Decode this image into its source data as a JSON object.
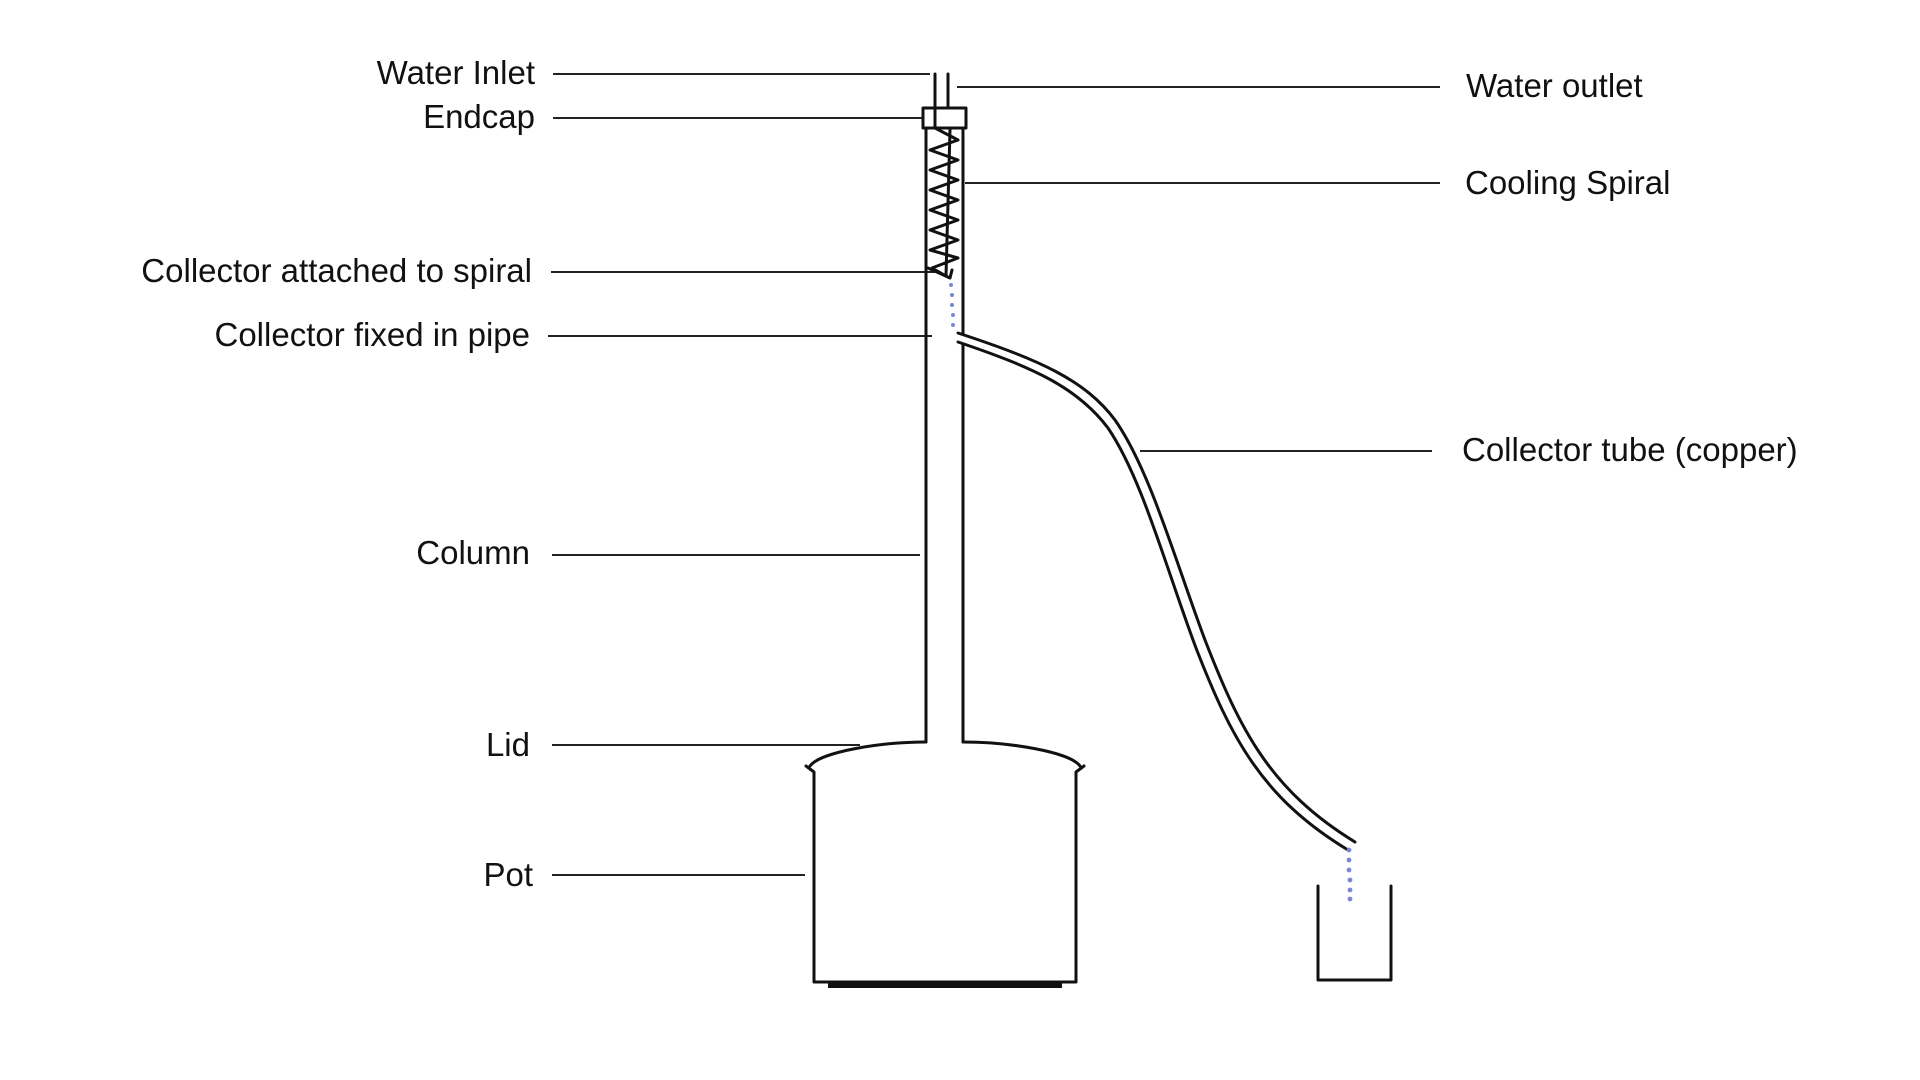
{
  "diagram": {
    "labels": {
      "water_inlet": "Water Inlet",
      "endcap": "Endcap",
      "collector_attached": "Collector attached to spiral",
      "collector_fixed": "Collector fixed in pipe",
      "column": "Column",
      "lid": "Lid",
      "pot": "Pot",
      "water_outlet": "Water outlet",
      "cooling_spiral": "Cooling Spiral",
      "collector_tube": "Collector tube (copper)"
    },
    "colors": {
      "line": "#111111",
      "droplet": "#7b86d6",
      "background": "#ffffff"
    }
  }
}
